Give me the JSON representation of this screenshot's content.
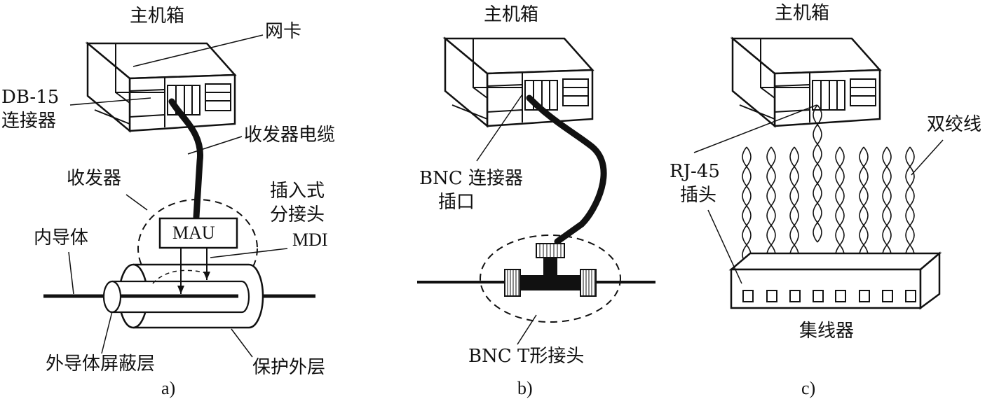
{
  "panel_a": {
    "host": "主机箱",
    "nic": "网卡",
    "db15_line1": "DB-15",
    "db15_line2": "连接器",
    "transceiver_cable": "收发器电缆",
    "transceiver": "收发器",
    "tap_line1": "插入式",
    "tap_line2": "分接头",
    "mdi": "MDI",
    "mau": "MAU",
    "inner_conductor": "内导体",
    "outer_shield": "外导体屏蔽层",
    "jacket": "保护外层",
    "caption": "a)"
  },
  "panel_b": {
    "host": "主机箱",
    "bnc_port_line1": "BNC 连接器",
    "bnc_port_line2": "插口",
    "bnc_t": "BNC T形接头",
    "caption": "b)"
  },
  "panel_c": {
    "host": "主机箱",
    "twisted_pair": "双绞线",
    "rj45_line1": "RJ-45",
    "rj45_line2": "插头",
    "hub": "集线器",
    "caption": "c)"
  }
}
